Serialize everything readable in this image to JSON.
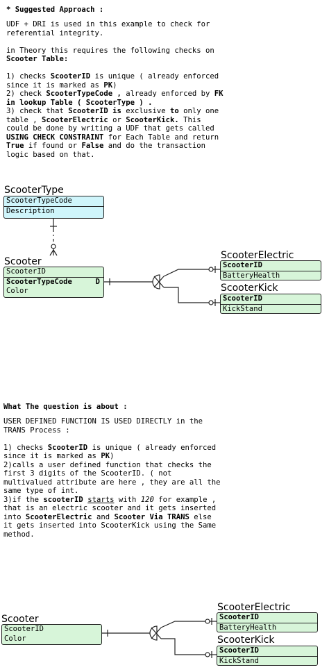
{
  "top_text": {
    "heading": "* Suggested Approach :",
    "lines": [
      [
        {
          "t": "UDF + DRI is used in this example to check for"
        }
      ],
      [
        {
          "t": "referential integrity."
        }
      ],
      [],
      [
        {
          "t": "in Theory this requires the following checks on"
        }
      ],
      [
        {
          "t": "Scooter Table:",
          "b": true
        }
      ],
      [],
      [
        {
          "t": "1) checks "
        },
        {
          "t": "ScooterID",
          "b": true
        },
        {
          "t": " is unique ( already enforced"
        }
      ],
      [
        {
          "t": "since it is marked as "
        },
        {
          "t": "PK",
          "b": true
        },
        {
          "t": ")"
        }
      ],
      [
        {
          "t": "2) check "
        },
        {
          "t": "ScooterTypeCode ,",
          "b": true
        },
        {
          "t": " already enforced by "
        },
        {
          "t": "FK",
          "b": true
        }
      ],
      [
        {
          "t": "in lookup Table ( ScooterType ) .",
          "b": true
        }
      ],
      [
        {
          "t": "3) check that "
        },
        {
          "t": "ScooterID is",
          "b": true
        },
        {
          "t": " exclusive "
        },
        {
          "t": "to",
          "b": true
        },
        {
          "t": " only one"
        }
      ],
      [
        {
          "t": "table , "
        },
        {
          "t": "ScooterElectric",
          "b": true
        },
        {
          "t": " or "
        },
        {
          "t": "ScooterKick.",
          "b": true
        },
        {
          "t": " This"
        }
      ],
      [
        {
          "t": "could be done by writing a UDF that gets called"
        }
      ],
      [
        {
          "t": "USING CHECK CONSTRAINT",
          "b": true
        },
        {
          "t": " for Each Table and return"
        }
      ],
      [
        {
          "t": "True",
          "b": true
        },
        {
          "t": " if found or "
        },
        {
          "t": "False",
          "b": true
        },
        {
          "t": " and do the transaction"
        }
      ],
      [
        {
          "t": "logic based on that."
        }
      ]
    ]
  },
  "diagram1": {
    "scooter_type": {
      "title": "ScooterType",
      "pk": "ScooterTypeCode",
      "fields": [
        "Description"
      ]
    },
    "scooter": {
      "title": "Scooter",
      "pk": "ScooterID",
      "fk_field": "ScooterTypeCode",
      "fk_tag": "D",
      "fields": [
        "Color"
      ]
    },
    "electric": {
      "title": "ScooterElectric",
      "pk": "ScooterID",
      "fields": [
        "BatteryHealth"
      ]
    },
    "kick": {
      "title": "ScooterKick",
      "pk": "ScooterID",
      "fields": [
        "KickStand"
      ]
    }
  },
  "bottom_text": {
    "heading": "What The question is about :",
    "lines": [
      [
        {
          "t": "USER DEFINED FUNCTION IS USED DIRECTLY in the"
        }
      ],
      [
        {
          "t": "TRANS Process :"
        }
      ],
      [],
      [
        {
          "t": "1) checks "
        },
        {
          "t": "ScooterID",
          "b": true
        },
        {
          "t": " is unique ( already enforced"
        }
      ],
      [
        {
          "t": "since it is marked as "
        },
        {
          "t": "PK",
          "b": true
        },
        {
          "t": ")"
        }
      ],
      [
        {
          "t": "2)calls a user defined function that checks the"
        }
      ],
      [
        {
          "t": "first 3 digits of the ScooterID. ( not"
        }
      ],
      [
        {
          "t": "multivalued attribute are here , they are all the"
        }
      ],
      [
        {
          "t": "same type of int."
        }
      ],
      [
        {
          "t": "3)if the "
        },
        {
          "t": "scooterID",
          "b": true
        },
        {
          "t": " "
        },
        {
          "t": "starts",
          "u": true
        },
        {
          "t": " with "
        },
        {
          "t": "120",
          "i": true
        },
        {
          "t": " for example ,"
        }
      ],
      [
        {
          "t": "that is an electric scooter and it gets inserted"
        }
      ],
      [
        {
          "t": "into "
        },
        {
          "t": "ScooterElectric",
          "b": true
        },
        {
          "t": " and "
        },
        {
          "t": "Scooter Via TRANS",
          "b": true
        },
        {
          "t": " else"
        }
      ],
      [
        {
          "t": "it gets inserted into ScooterKick using the Same"
        }
      ],
      [
        {
          "t": "method."
        }
      ]
    ]
  },
  "diagram2": {
    "scooter": {
      "title": "Scooter",
      "fields": [
        "ScooterID",
        "Color"
      ]
    },
    "electric": {
      "title": "ScooterElectric",
      "pk": "ScooterID",
      "fields": [
        "BatteryHealth"
      ]
    },
    "kick": {
      "title": "ScooterKick",
      "pk": "ScooterID",
      "fields": [
        "KickStand"
      ]
    }
  },
  "colors": {
    "entity_green": "#d7f5d9",
    "entity_cyan": "#cff5fb",
    "line": "#222222"
  }
}
